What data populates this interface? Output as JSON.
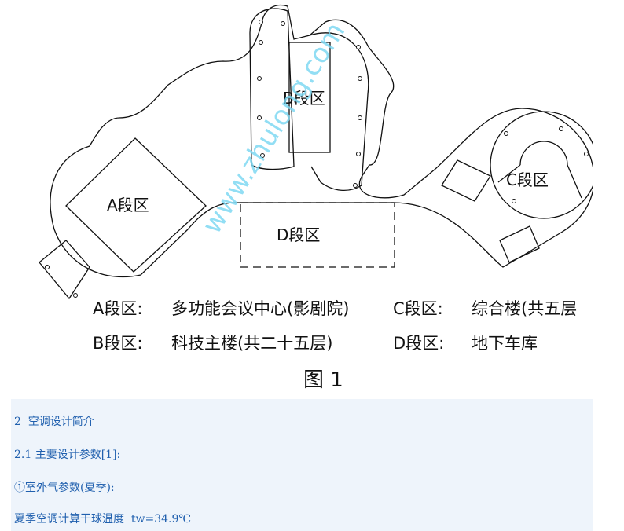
{
  "figure": {
    "zone_labels": {
      "A": "A段区",
      "B": "B段区",
      "C": "C段区",
      "D": "D段区"
    },
    "legend": [
      {
        "key": "A段区:",
        "desc": "多功能会议中心(影剧院)"
      },
      {
        "key": "B段区:",
        "desc": "科技主楼(共二十五层)"
      },
      {
        "key": "C段区:",
        "desc": "综合楼(共五层"
      },
      {
        "key": "D段区:",
        "desc": "地下车库"
      }
    ],
    "caption": "图 1",
    "watermark": "www.zhulong.com"
  },
  "text": {
    "section_heading": "2  空调设计简介",
    "subsection_heading": "2.1 主要设计参数[1]:",
    "item_1": "①室外气参数(夏季):",
    "summer_temp": "夏季空调计算干球温度  tw=34.9℃"
  },
  "colors": {
    "text_blue": "#1f5fae",
    "panel_bg": "#eef4fb",
    "watermark": "#7fd8f2"
  }
}
